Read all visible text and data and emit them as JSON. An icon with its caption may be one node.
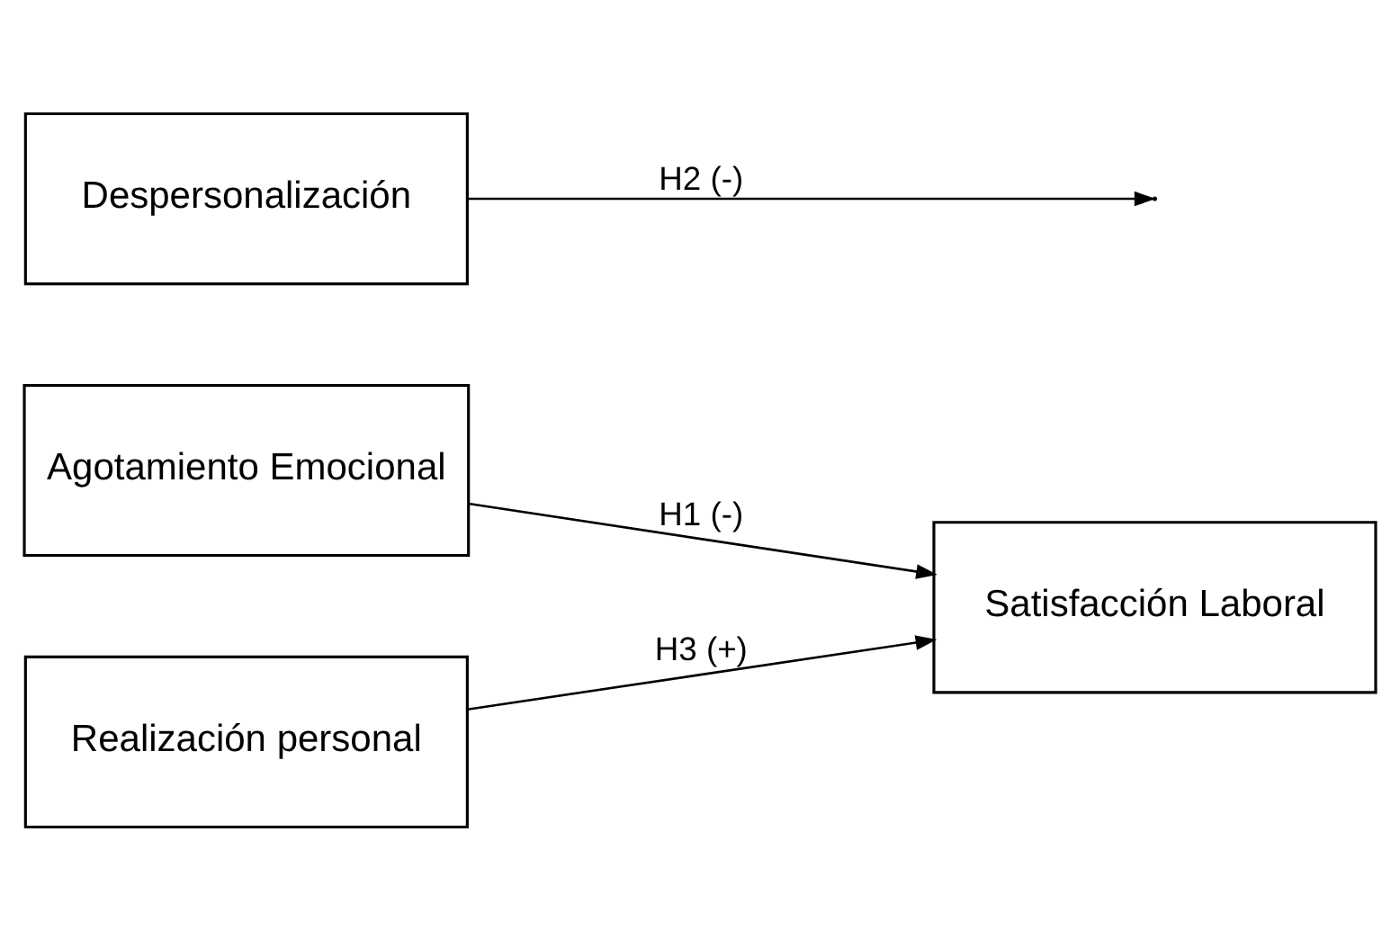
{
  "diagram": {
    "nodes": [
      {
        "text": [
          "Agotamiento Emocional"
        ]
      },
      {
        "text": [
          "Despersonalización"
        ]
      },
      {
        "text": [
          "Realización personal"
        ]
      },
      {
        "text": [
          "Satisfacción Laboral"
        ]
      }
    ],
    "edges": [
      {
        "from": 0,
        "to": 3,
        "arrow": "to",
        "label": "H1 (-)"
      },
      {
        "from": 1,
        "to": null,
        "arrow": "to",
        "label": "H2 (-)"
      },
      {
        "from": 2,
        "to": 3,
        "arrow": "to",
        "label": "H3 (+)"
      }
    ]
  }
}
